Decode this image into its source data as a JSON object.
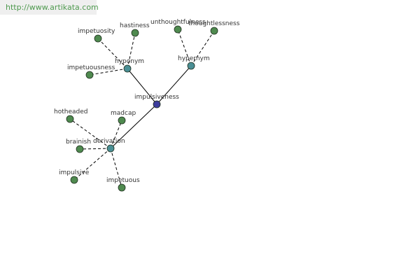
{
  "source_url": "http://www.artikata.com",
  "graph": {
    "nodes": {
      "impulsiveness": {
        "label": "impulsiveness",
        "kind": "root"
      },
      "hyponym": {
        "label": "hyponym",
        "kind": "relation"
      },
      "hypernym": {
        "label": "hypernym",
        "kind": "relation"
      },
      "derivation": {
        "label": "derivation",
        "kind": "relation"
      },
      "impetuosity": {
        "label": "impetuosity",
        "kind": "word"
      },
      "hastiness": {
        "label": "hastiness",
        "kind": "word"
      },
      "impetuousness": {
        "label": "impetuousness",
        "kind": "word"
      },
      "unthoughtfulness": {
        "label": "unthoughtfulness",
        "kind": "word"
      },
      "thoughtlessness": {
        "label": "thoughtlessness",
        "kind": "word"
      },
      "hotheaded": {
        "label": "hotheaded",
        "kind": "word"
      },
      "madcap": {
        "label": "madcap",
        "kind": "word"
      },
      "brainish": {
        "label": "brainish",
        "kind": "word"
      },
      "impulsive": {
        "label": "impulsive",
        "kind": "word"
      },
      "impetuous": {
        "label": "impetuous",
        "kind": "word"
      }
    },
    "colors": {
      "root": "#3c3c9c",
      "relation": "#4a8f95",
      "word": "#4f8a4f",
      "node_stroke": "#1f2f1f",
      "edge": "#000000",
      "label": "#333333"
    }
  }
}
